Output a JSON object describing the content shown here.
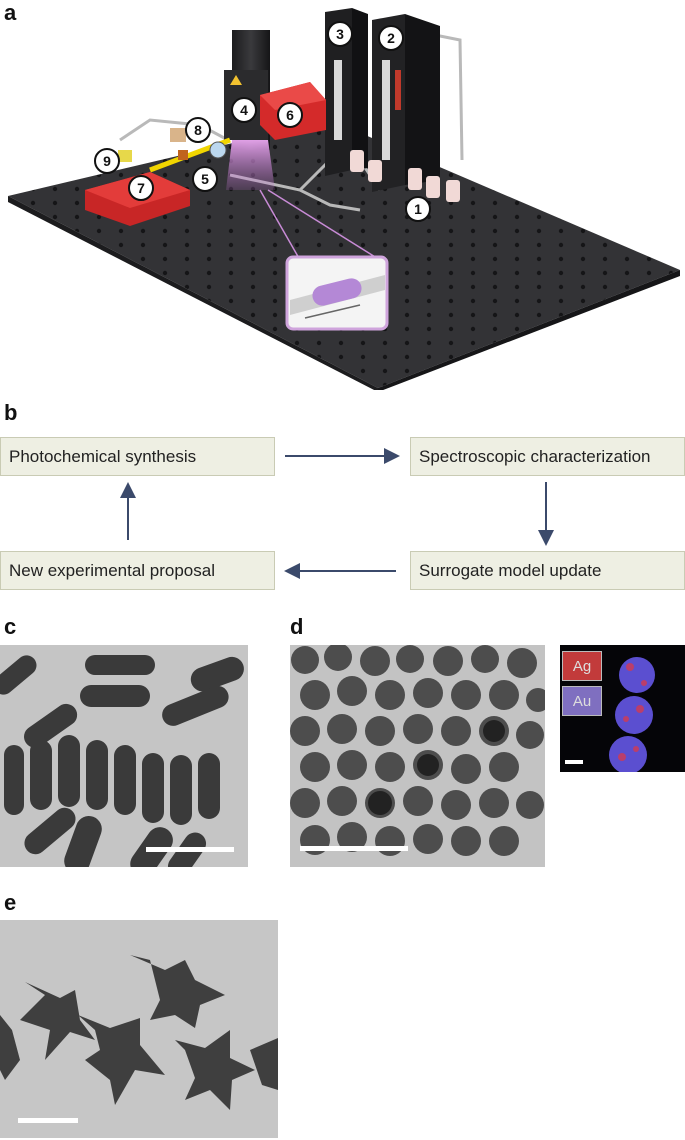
{
  "panels": {
    "a": "a",
    "b": "b",
    "c": "c",
    "d": "d",
    "e": "e"
  },
  "setup_numbers": [
    "1",
    "2",
    "3",
    "4",
    "5",
    "6",
    "7",
    "8",
    "9"
  ],
  "workflow": {
    "photochemical": "Photochemical synthesis",
    "spectroscopic": "Spectroscopic characterization",
    "surrogate": "Surrogate model update",
    "proposal": "New experimental proposal"
  },
  "edx_legend": {
    "ag": "Ag",
    "au": "Au",
    "ag_color": "#c23b3b",
    "au_color": "#7f6fc0"
  },
  "colors": {
    "box_fill": "#eeefe3",
    "arrow": "#3b4a6b",
    "table": "#2e2e30",
    "laser_red": "#d42a2a"
  }
}
